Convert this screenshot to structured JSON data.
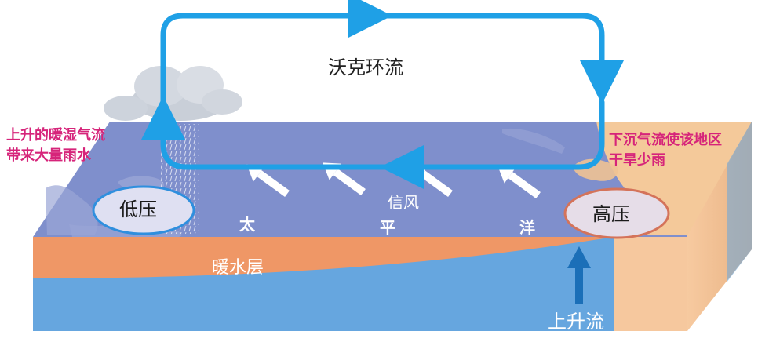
{
  "title": "沃克环流",
  "left_note": [
    "上升的暖湿气流",
    "带来大量雨水"
  ],
  "right_note": [
    "下沉气流使该地区",
    "干旱少雨"
  ],
  "low_pressure": "低压",
  "high_pressure": "高压",
  "trade_wind": "信风",
  "ocean_chars": [
    "太",
    "平",
    "洋"
  ],
  "warm_layer": "暖水层",
  "upwelling": "上升流",
  "colors": {
    "sea_surface": "#7f8fcc",
    "warm_layer": "#ef9766",
    "deep_water": "#66a6df",
    "circulation_arrow": "#1fa0e6",
    "land": "#f4c99a",
    "annotation": "#d6247a"
  }
}
